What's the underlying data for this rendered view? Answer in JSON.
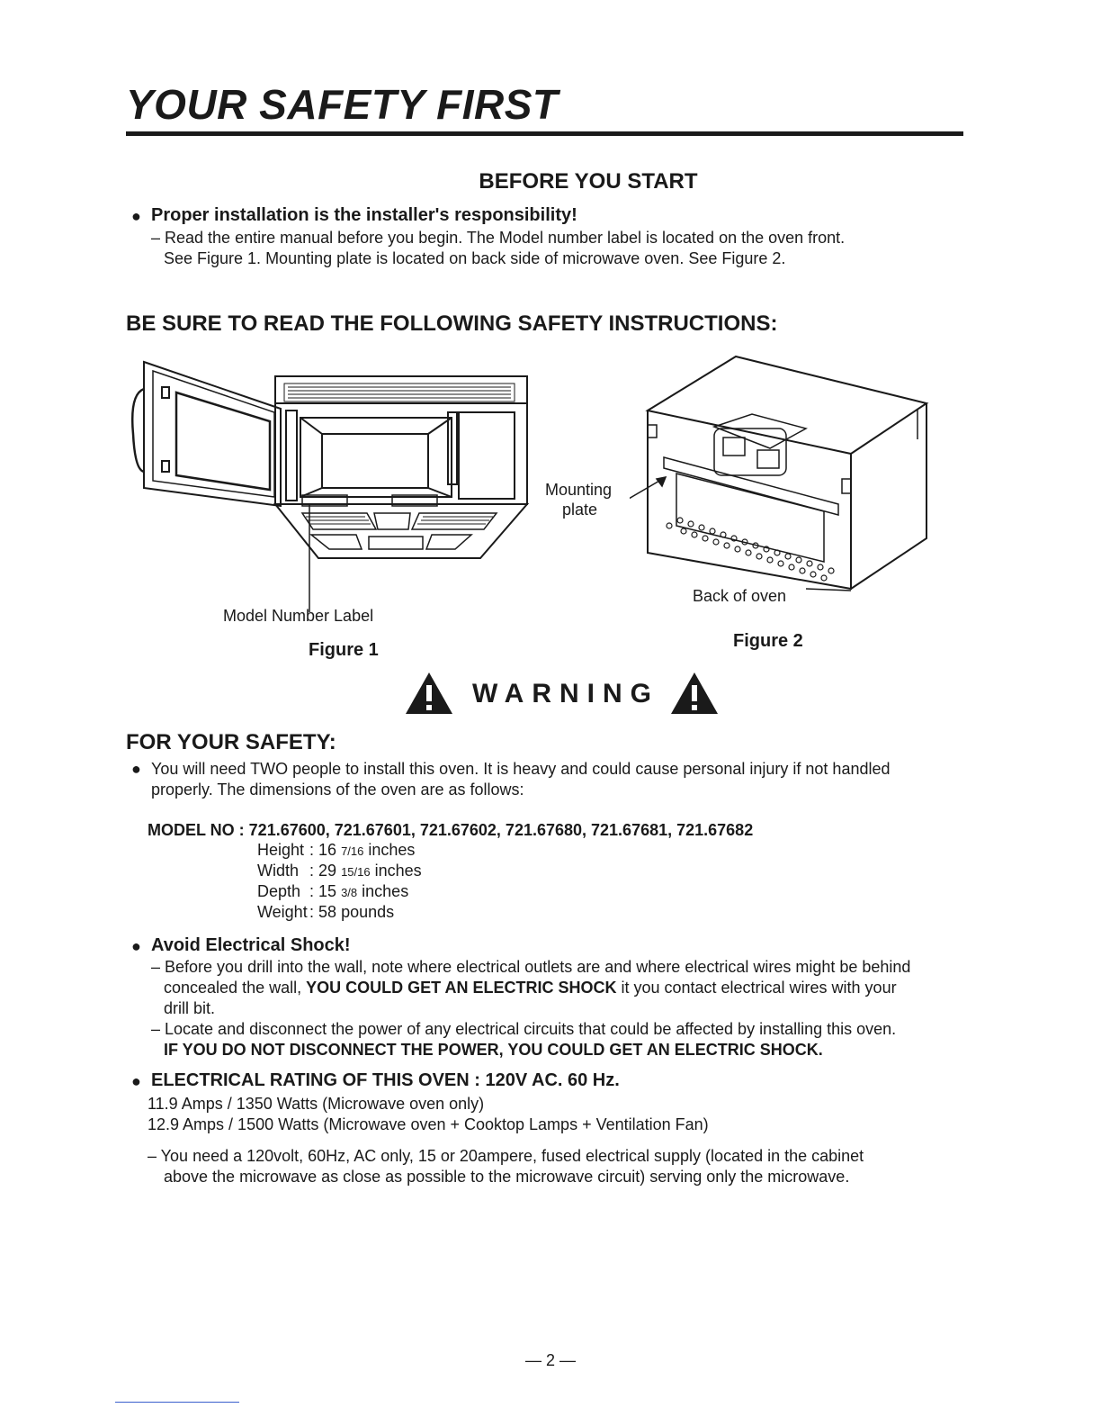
{
  "title": "YOUR SAFETY FIRST",
  "before_start": {
    "heading": "BEFORE YOU START",
    "bullet_title": "Proper installation is the installer's responsibility!",
    "line1": "– Read the entire manual before you begin. The Model number label is located on the oven front.",
    "line2": "See Figure 1. Mounting plate is located on back side of microwave oven. See Figure 2."
  },
  "safety_heading": "BE SURE TO READ THE FOLLOWING SAFETY INSTRUCTIONS:",
  "figure1": {
    "label": "Model Number Label",
    "caption": "Figure 1"
  },
  "figure2": {
    "mount_label_1": "Mounting",
    "mount_label_2": "plate",
    "back_label": "Back of oven",
    "caption": "Figure 2"
  },
  "warning": "WARNING",
  "for_safety": {
    "heading": "FOR YOUR SAFETY:",
    "line1": "You will need TWO people to install this oven. It is heavy and could cause personal injury if not handled",
    "line2": "properly. The dimensions of the oven are as follows:",
    "model_line": "MODEL NO : 721.67600, 721.67601, 721.67602, 721.67680, 721.67681, 721.67682",
    "specs": [
      {
        "key": "Height",
        "whole": "16",
        "frac": "7/16",
        "unit": "inches"
      },
      {
        "key": "Width",
        "whole": "29",
        "frac": "15/16",
        "unit": "inches"
      },
      {
        "key": "Depth",
        "whole": "15",
        "frac": "3/8",
        "unit": "inches"
      },
      {
        "key": "Weight",
        "whole": "58",
        "frac": "",
        "unit": "pounds"
      }
    ]
  },
  "shock": {
    "title": "Avoid Electrical Shock!",
    "l1": "– Before you drill into the wall, note where electrical outlets are and where electrical wires might be  behind",
    "l2a": "concealed the wall, ",
    "l2b": "YOU COULD GET AN ELECTRIC SHOCK",
    "l2c": " it you contact electrical wires with your",
    "l3": "drill bit.",
    "l4": "– Locate and disconnect the power of any electrical circuits that could be affected by installing this oven.",
    "l5": "IF YOU DO NOT DISCONNECT THE POWER, YOU COULD GET AN ELECTRIC SHOCK."
  },
  "rating": {
    "title": "ELECTRICAL RATING OF THIS OVEN : 120V AC. 60 Hz.",
    "r1": "11.9 Amps / 1350 Watts (Microwave oven only)",
    "r2": "12.9 Amps / 1500 Watts (Microwave oven + Cooktop Lamps + Ventilation Fan)",
    "r3": "– You need a 120volt, 60Hz, AC only, 15 or 20ampere, fused electrical supply (located in the cabinet",
    "r4": "above the microwave as close as possible to the microwave circuit) serving only the microwave."
  },
  "page_number": "— 2 —"
}
